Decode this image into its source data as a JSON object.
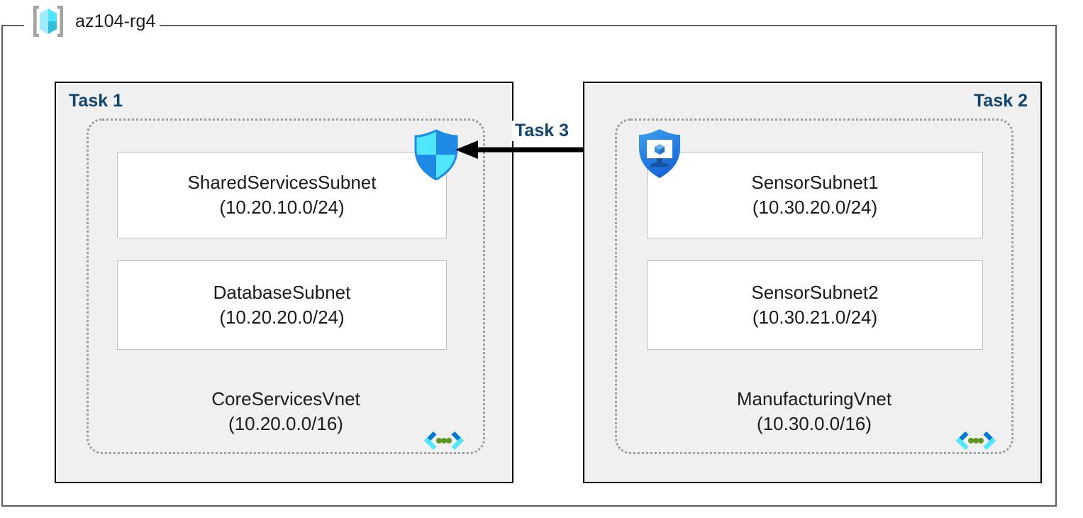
{
  "resource_group": {
    "name": "az104-rg4",
    "icon": "azure-resource-group-cube-icon"
  },
  "tasks": [
    {
      "id": "task1",
      "label": "Task 1",
      "align": "left"
    },
    {
      "id": "task2",
      "label": "Task 2",
      "align": "right"
    },
    {
      "id": "task3",
      "label": "Task 3",
      "align": "center"
    }
  ],
  "vnets": [
    {
      "name": "CoreServicesVnet",
      "cidr": "(10.20.0.0/16)",
      "icon": "virtual-network-icon",
      "subnets": [
        {
          "name": "SharedServicesSubnet",
          "cidr": "(10.20.10.0/24)"
        },
        {
          "name": "DatabaseSubnet",
          "cidr": "(10.20.20.0/24)"
        }
      ]
    },
    {
      "name": "ManufacturingVnet",
      "cidr": "(10.30.0.0/16)",
      "icon": "virtual-network-icon",
      "subnets": [
        {
          "name": "SensorSubnet1",
          "cidr": "(10.30.20.0/24)"
        },
        {
          "name": "SensorSubnet2",
          "cidr": "(10.30.21.0/24)"
        }
      ]
    }
  ],
  "icons": {
    "firewall": "azure-firewall-shield-icon",
    "bastion": "azure-bastion-shield-monitor-icon",
    "vnet": "virtual-network-angle-brackets-icon",
    "resource_group": "resource-group-cube-icon"
  },
  "connection": {
    "label": "Task 3",
    "direction": "right-to-left",
    "from": "ManufacturingVnet",
    "to": "CoreServicesVnet"
  },
  "colors": {
    "task_label": "#12456e",
    "task_box_fill": "#f0f0f0",
    "task_box_border": "#000000",
    "vnet_border": "#9d9d9d",
    "subnet_fill": "#ffffff",
    "subnet_border": "#bfbfbf",
    "rg_border": "#5e5e5e",
    "arrow": "#000000",
    "cube_cyan": "#50e6ff",
    "shield_blue": "#1f8ae5",
    "vnet_green": "#5e9624"
  }
}
